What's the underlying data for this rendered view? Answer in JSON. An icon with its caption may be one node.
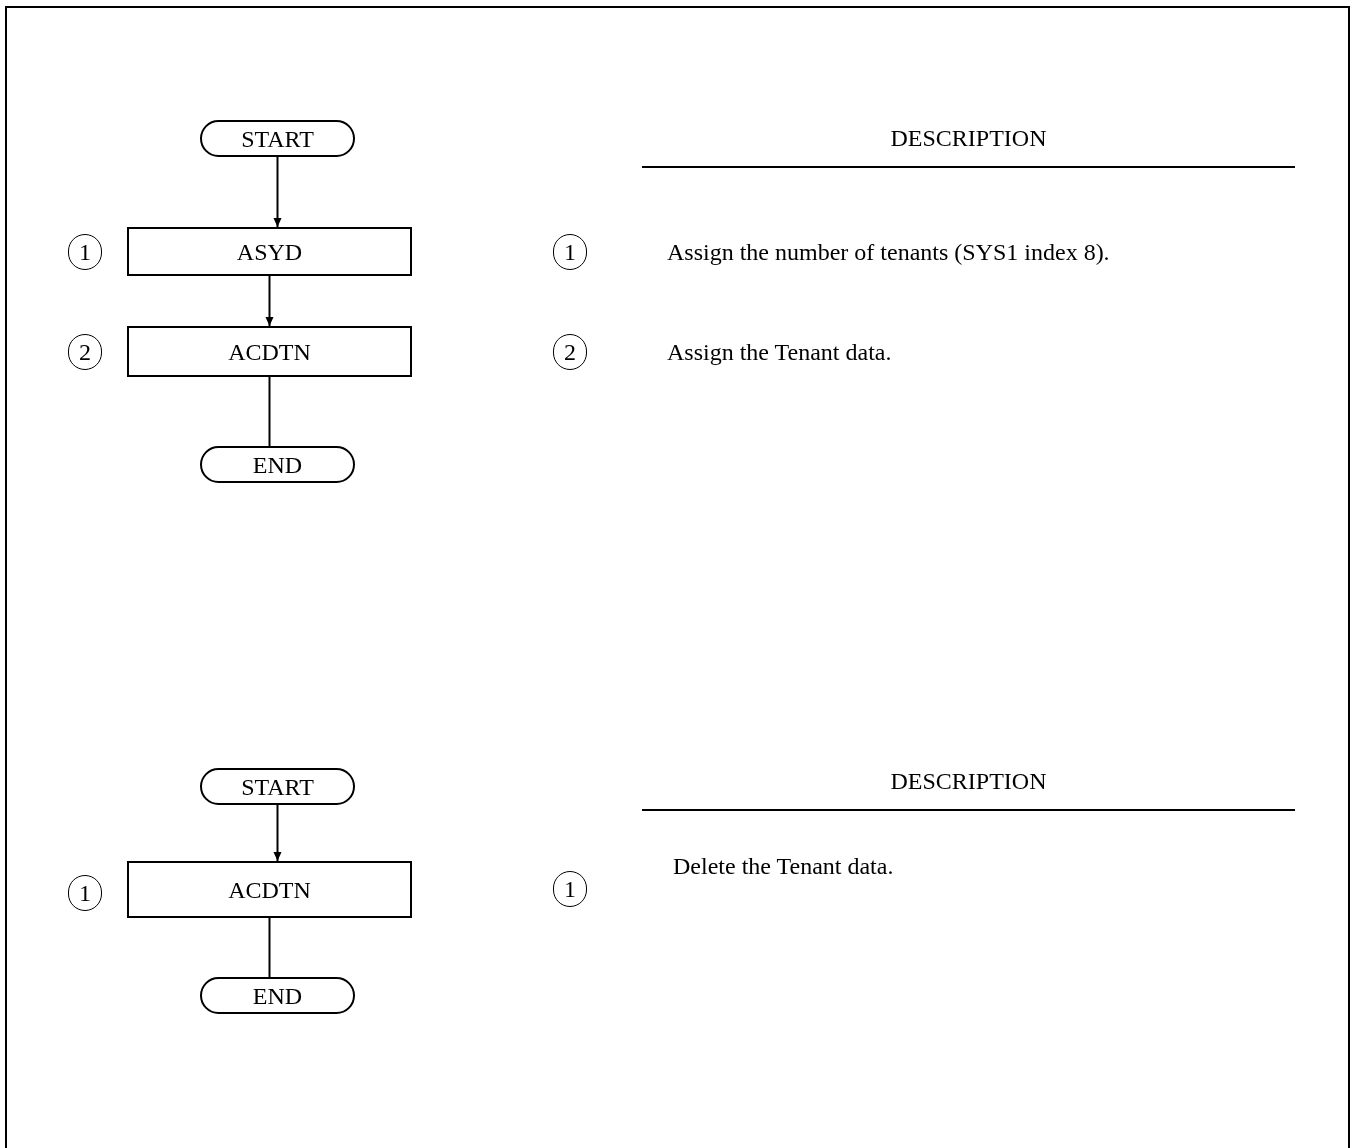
{
  "diagram": {
    "nodes": [
      {
        "text": [
          "START"
        ]
      },
      {
        "text": [
          "1"
        ]
      },
      {
        "text": [
          "ASYD"
        ]
      },
      {
        "text": [
          "1"
        ]
      },
      {
        "text": [
          "2"
        ]
      },
      {
        "text": [
          "ACDTN"
        ]
      },
      {
        "text": [
          "2"
        ]
      },
      {
        "text": [
          "END"
        ]
      },
      {
        "text": [
          "START"
        ]
      },
      {
        "text": [
          "1"
        ]
      },
      {
        "text": [
          "ACDTN"
        ]
      },
      {
        "text": [
          "1"
        ]
      },
      {
        "text": [
          "END"
        ]
      }
    ],
    "edges": [
      {
        "from": 0,
        "to": 2,
        "arrow": "to"
      },
      {
        "from": 2,
        "to": 5,
        "arrow": "to"
      },
      {
        "from": 5,
        "to": 7,
        "arrow": "none"
      },
      {
        "from": 8,
        "to": 10,
        "arrow": "to"
      },
      {
        "from": 10,
        "to": 12,
        "arrow": "none"
      }
    ],
    "labels": [
      "DESCRIPTION",
      "Assign the number of tenants (SYS1 index 8).",
      "Assign the Tenant data.",
      "DESCRIPTION",
      "Delete the Tenant data."
    ]
  }
}
